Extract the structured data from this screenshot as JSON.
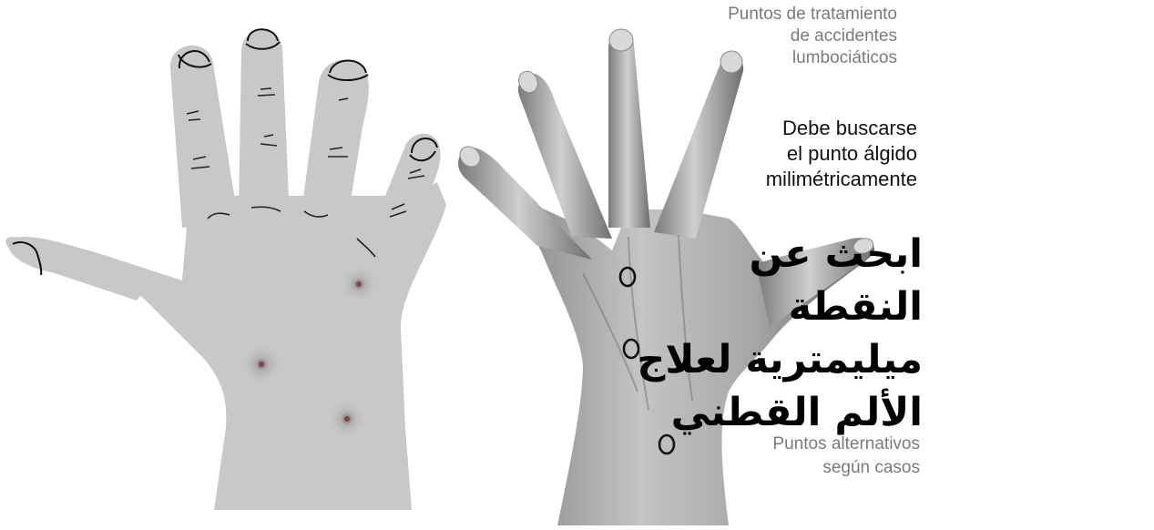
{
  "captions": {
    "top": "Puntos de tratamiento\nde accidentes\nlumbociáticos",
    "middle": "Debe buscarse\nel punto álgido\nmilimétricamente",
    "bottom": "Puntos alternativos\nsegún casos",
    "arabic": "ابحث عن النقطة\nميليمترية لعلاج\nالألم القطني"
  },
  "colors": {
    "diagram_hand": "#c8c8c8",
    "crease": "#111111",
    "photo_skin_light": "#bdbdbd",
    "photo_skin_dark": "#4a4a4a",
    "point_circle": "#111111"
  }
}
